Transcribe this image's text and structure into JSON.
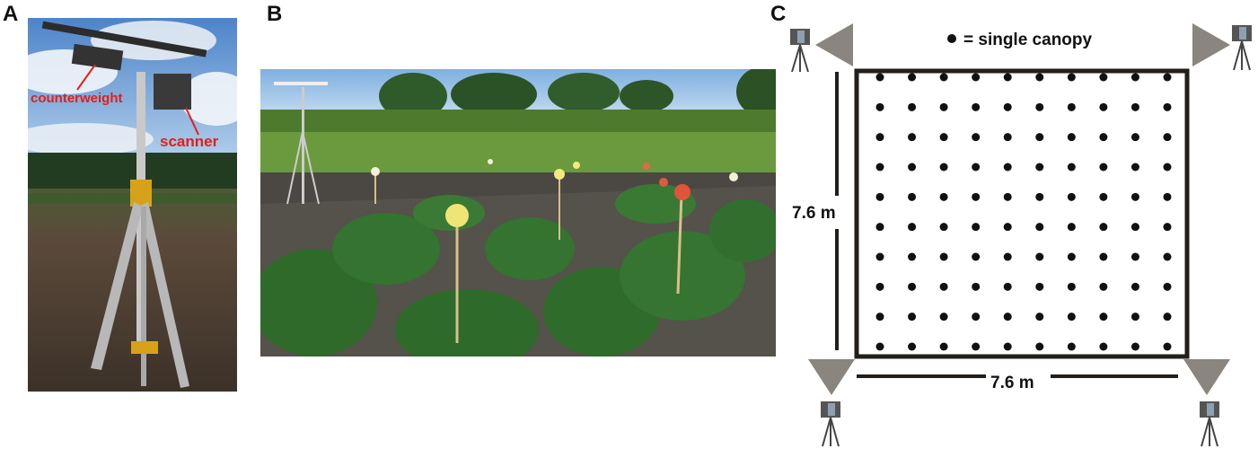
{
  "panels": {
    "a": {
      "letter": "A",
      "labels": {
        "counterweight": "counterweight",
        "scanner": "scanner"
      }
    },
    "b": {
      "letter": "B"
    },
    "c": {
      "letter": "C",
      "legend": "= single canopy",
      "side_length_vertical": "7.6 m",
      "side_length_horizontal": "7.6 m",
      "grid": {
        "rows": 10,
        "cols": 10
      }
    }
  },
  "colors": {
    "label_red": "#e0201a",
    "dot": "#111111",
    "triangle": "#8a857e"
  }
}
